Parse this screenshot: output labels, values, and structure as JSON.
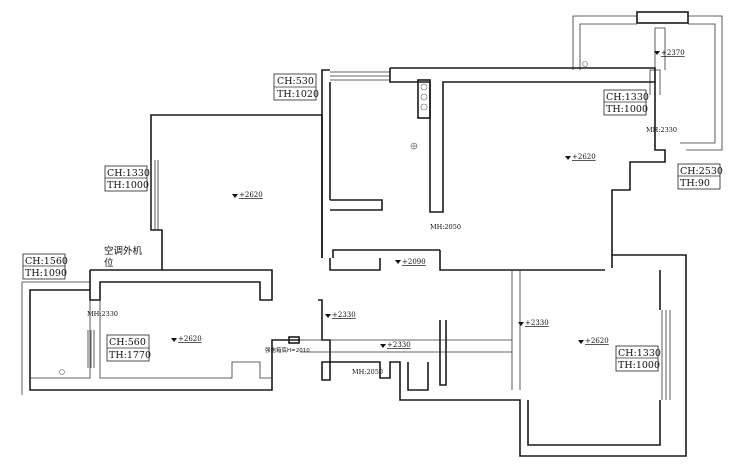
{
  "boxes": [
    {
      "id": "box-ch530",
      "ch": "CH:530",
      "th": "TH:1020"
    },
    {
      "id": "box-ch1330-a",
      "ch": "CH:1330",
      "th": "TH:1000"
    },
    {
      "id": "box-ch1330-b",
      "ch": "CH:1330",
      "th": "TH:1000"
    },
    {
      "id": "box-ch2530",
      "ch": "CH:2530",
      "th": "TH:90"
    },
    {
      "id": "box-ch1560",
      "ch": "CH:1560",
      "th": "TH:1090"
    },
    {
      "id": "box-ch560",
      "ch": "CH:560",
      "th": "TH:1770"
    },
    {
      "id": "box-ch1330-c",
      "ch": "CH:1330",
      "th": "TH:1000"
    }
  ],
  "levels": [
    "+2620",
    "+2620",
    "+2620",
    "+2620",
    "+2370",
    "+2090",
    "+2330",
    "+2330",
    "+2330"
  ],
  "labels": {
    "mh2330_right": "MH:2330",
    "mh2330_left": "MH:2330",
    "mh2050_center": "MH:2050",
    "mh2050_bottom": "MH:2050",
    "ac_unit_line1": "空调外机",
    "ac_unit_line2": "位",
    "meter_box": "强电箱底H=2010"
  }
}
